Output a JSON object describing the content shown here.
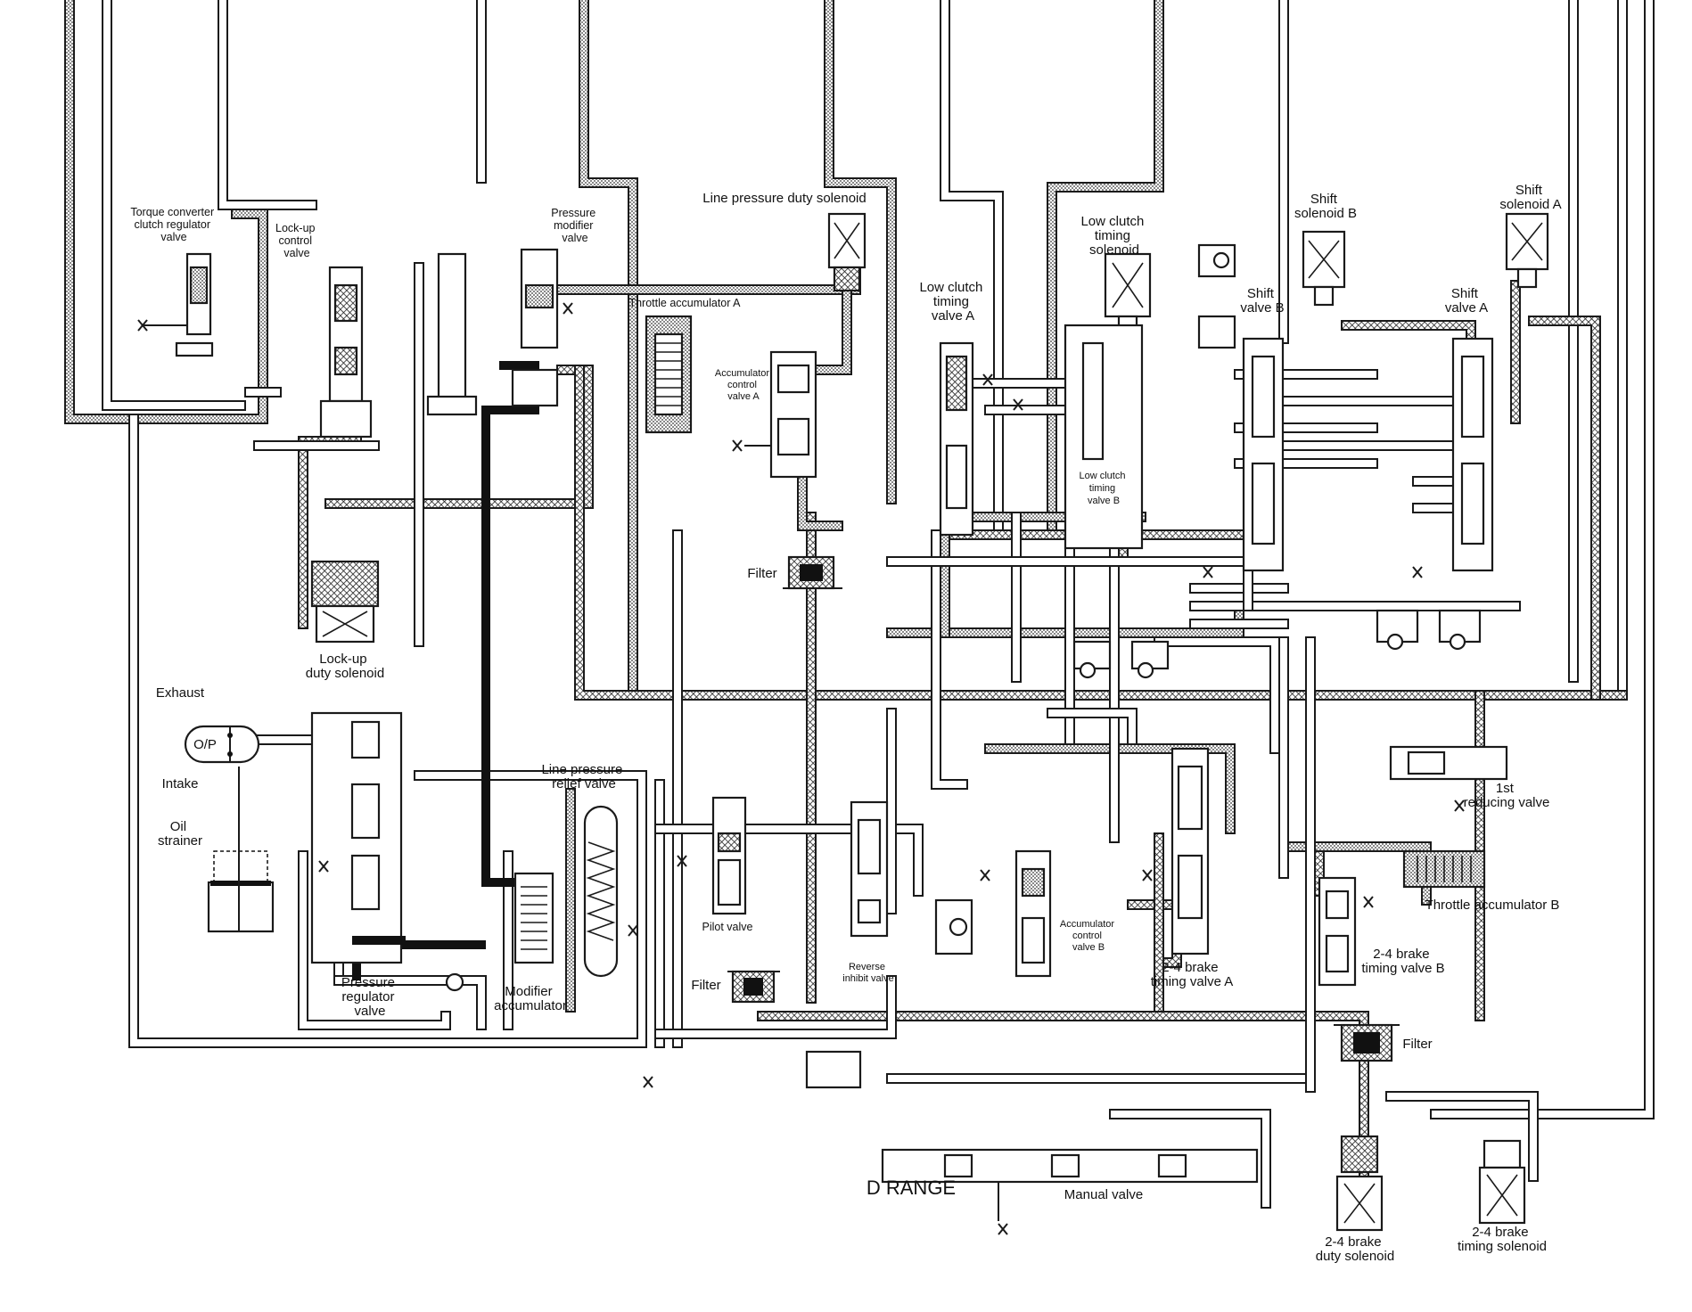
{
  "labels": {
    "torque_converter_clutch_regulator_valve": [
      "Torque converter",
      "clutch regulator",
      "valve"
    ],
    "lockup_control_valve": [
      "Lock-up",
      "control",
      "valve"
    ],
    "pressure_modifier_valve": [
      "Pressure",
      "modifier",
      "valve"
    ],
    "line_pressure_duty_solenoid": "Line pressure duty solenoid",
    "throttle_accumulator_a": "Throttle accumulator A",
    "accumulator_control_valve_a": [
      "Accumulator",
      "control",
      "valve A"
    ],
    "low_clutch_timing_valve_a": [
      "Low clutch",
      "timing",
      "valve A"
    ],
    "low_clutch_timing_solenoid": [
      "Low clutch",
      "timing",
      "solenoid"
    ],
    "low_clutch_timing_valve_b": [
      "Low clutch",
      "timing",
      "valve B"
    ],
    "shift_solenoid_b": [
      "Shift",
      "solenoid B"
    ],
    "shift_valve_b": [
      "Shift",
      "valve B"
    ],
    "shift_solenoid_a": [
      "Shift",
      "solenoid A"
    ],
    "shift_valve_a": [
      "Shift",
      "valve A"
    ],
    "filter_top": "Filter",
    "lockup_duty_solenoid": [
      "Lock-up",
      "duty solenoid"
    ],
    "exhaust": "Exhaust",
    "oil_pump": "O/P",
    "intake": "Intake",
    "oil_strainer": [
      "Oil",
      "strainer"
    ],
    "line_pressure_relief_valve": [
      "Line pressure",
      "relief valve"
    ],
    "first_reducing_valve": [
      "1st",
      "reducing valve"
    ],
    "throttle_accumulator_b": "Throttle accumulator B",
    "pilot_valve": "Pilot valve",
    "filter_left": "Filter",
    "reverse_inhibit_valve": [
      "Reverse",
      "inhibit valve"
    ],
    "accumulator_control_valve_b": [
      "Accumulator",
      "control",
      "valve B"
    ],
    "brake_2_4_timing_valve_a": [
      "2-4 brake",
      "timing valve A"
    ],
    "brake_2_4_timing_valve_b": [
      "2-4 brake",
      "timing valve B"
    ],
    "filter_right": "Filter",
    "pressure_regulator_valve": [
      "Pressure",
      "regulator",
      "valve"
    ],
    "modifier_accumulator": [
      "Modifier",
      "accumulator"
    ],
    "d_range": "D RANGE",
    "manual_valve": "Manual valve",
    "brake_2_4_duty_solenoid": [
      "2-4 brake",
      "duty solenoid"
    ],
    "brake_2_4_timing_solenoid": [
      "2-4 brake",
      "timing solenoid"
    ]
  },
  "legend_fill_patterns": [
    "plain",
    "cross-hatched",
    "dotted",
    "solid-black"
  ]
}
